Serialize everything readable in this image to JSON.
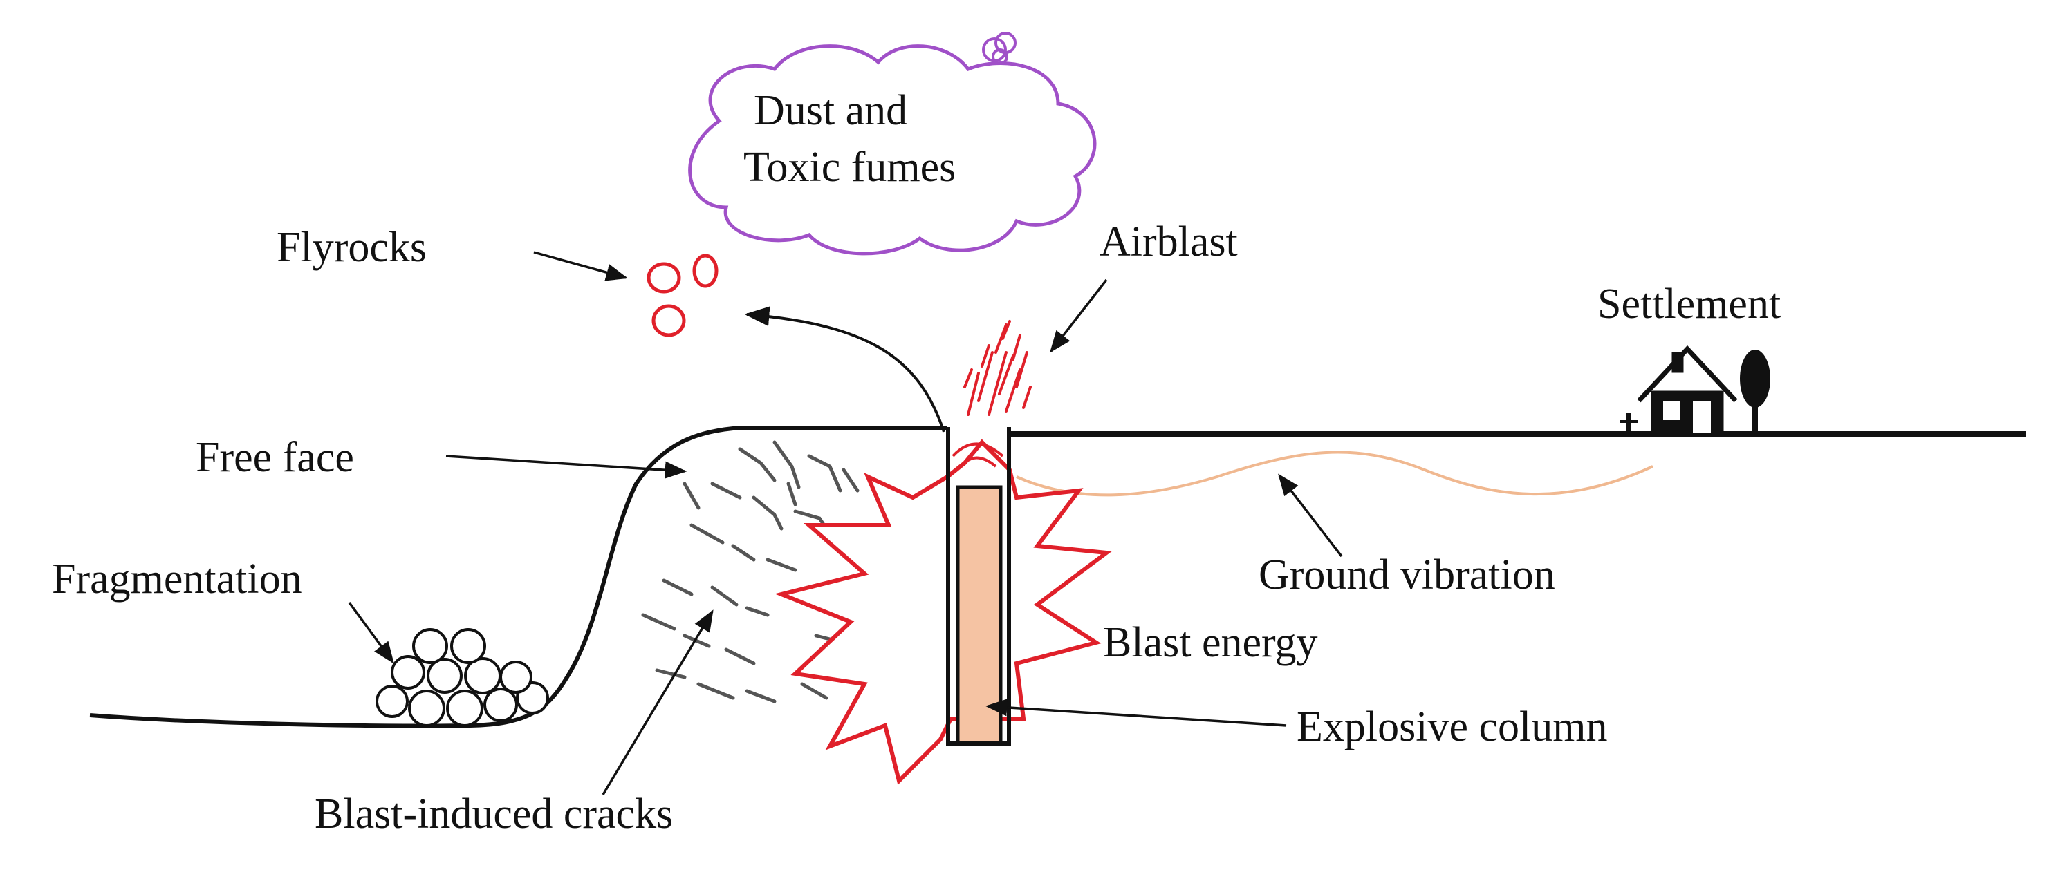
{
  "labels": {
    "dust": [
      "Dust and",
      "Toxic fumes"
    ],
    "flyrocks": "Flyrocks",
    "airblast": "Airblast",
    "settlement": "Settlement",
    "free_face": "Free face",
    "ground_vibration": "Ground vibration",
    "fragmentation": "Fragmentation",
    "blast_energy": "Blast energy",
    "explosive_column": "Explosive  column",
    "cracks": "Blast-induced  cracks"
  },
  "colors": {
    "ink": "#111111",
    "explosion": "#e0202a",
    "cloud": "#a050c8",
    "explosive_fill": "#f5c3a3",
    "vibration": "#f0b890",
    "crack": "#555555"
  }
}
